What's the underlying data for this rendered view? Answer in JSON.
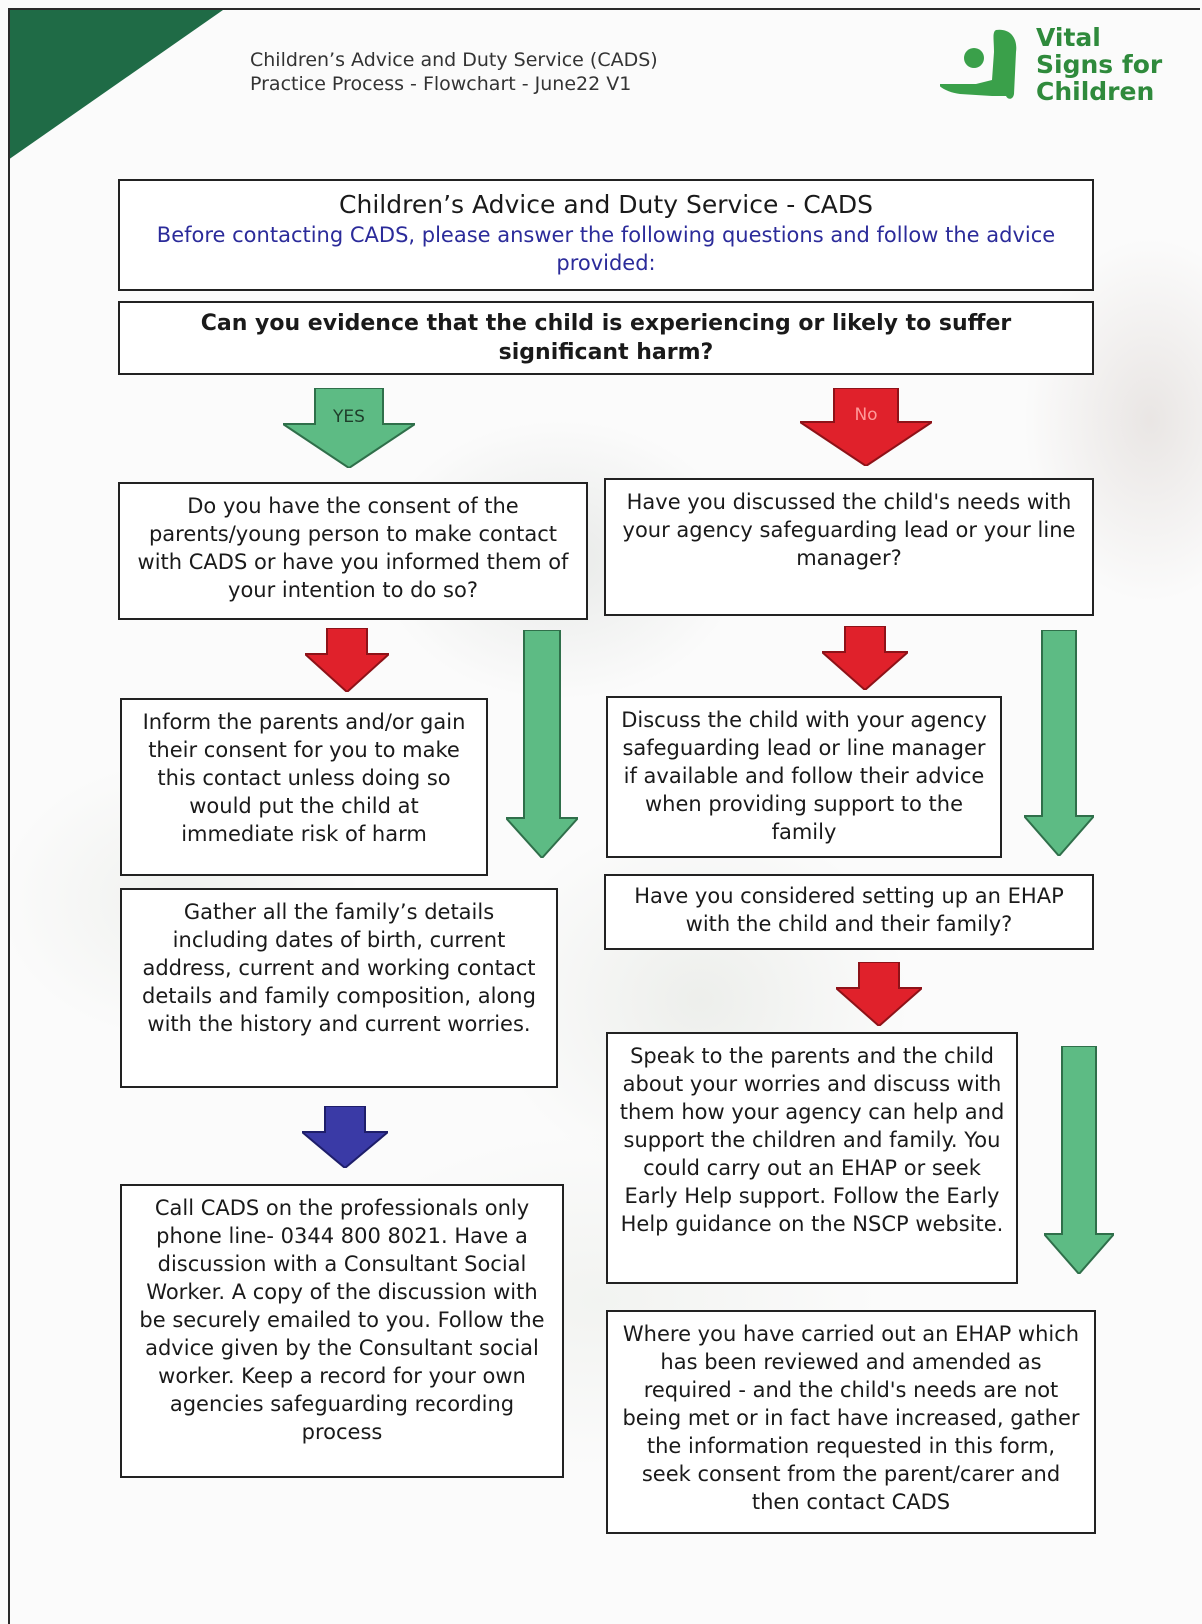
{
  "header": {
    "line1": "Children’s Advice and Duty Service (CADS)",
    "line2": "Practice Process - Flowchart - June22 V1"
  },
  "logo": {
    "line1": "Vital",
    "line2": "Signs for",
    "line3": "Children"
  },
  "intro": {
    "title": "Children’s Advice and Duty Service - CADS",
    "subtitle": "Before contacting CADS, please answer the following questions and follow the advice provided:"
  },
  "question": "Can you evidence that the child is experiencing or likely to suffer significant harm?",
  "branch_labels": {
    "yes": "YES",
    "no": "No"
  },
  "left_column": {
    "consent_question": "Do you have the consent of the parents/young person to make contact with CADS or have you informed them of your intention to do so?",
    "inform_parents": "Inform the parents and/or gain their consent for you to make this contact unless doing so would put the child at immediate risk of harm",
    "gather_details": "Gather all the family’s details including dates of birth, current address, current and working contact details and family composition, along with the history and current worries.",
    "call_cads": "Call CADS on the professionals only phone line- 0344 800 8021. Have a discussion with a Consultant Social Worker. A copy of the discussion with be securely emailed to you. Follow the advice given by the Consultant social worker. Keep a record for your own agencies safeguarding recording process"
  },
  "right_column": {
    "discussed_question": "Have you discussed the child's needs with your agency safeguarding lead or your line manager?",
    "discuss_child": "Discuss the child with your agency safeguarding lead or line manager if available and follow their advice when providing support to the family",
    "ehap_question": "Have you considered setting up an EHAP with the child and their family?",
    "speak_parents": "Speak to the parents and the child about your worries and discuss with them how your agency can help and support the children and family. You could carry out an EHAP or seek Early Help support. Follow the Early Help guidance on the NSCP website.",
    "ehap_reviewed": "Where you have carried out an EHAP which has been reviewed and amended as required - and the child's needs are not being met or in fact have increased, gather the information requested in this form, seek consent from the parent/carer and then contact CADS"
  },
  "colors": {
    "green_arrow": "#5dbb84",
    "red_arrow": "#e0212b",
    "blue_arrow": "#3a3aa6",
    "corner": "#1f6b46",
    "logo_green": "#2f8a3c",
    "subtitle_blue": "#2b2b9a"
  }
}
